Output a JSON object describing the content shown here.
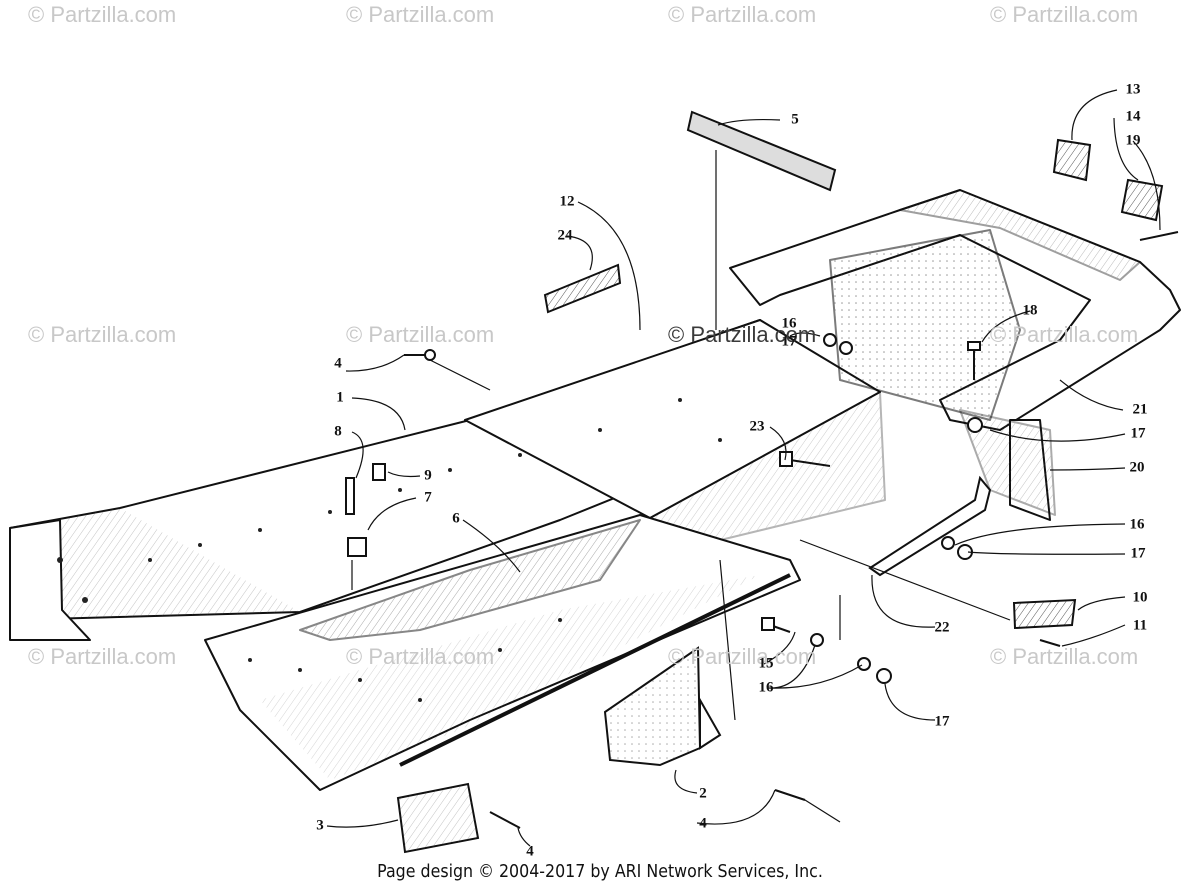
{
  "watermarks": {
    "text": "© Partzilla.com",
    "center_text": "© Partzilla.com"
  },
  "callouts": {
    "c1": "1",
    "c2": "2",
    "c3": "3",
    "c4a": "4",
    "c4b": "4",
    "c4c": "4",
    "c5": "5",
    "c6": "6",
    "c7": "7",
    "c8": "8",
    "c9": "9",
    "c10": "10",
    "c11": "11",
    "c12": "12",
    "c13": "13",
    "c14": "14",
    "c15": "15",
    "c16a": "16",
    "c16b": "16",
    "c16c": "16",
    "c17a": "17",
    "c17b": "17",
    "c17c": "17",
    "c17d": "17",
    "c18": "18",
    "c19": "19",
    "c20": "20",
    "c21": "21",
    "c22": "22",
    "c23": "23",
    "c24": "24"
  },
  "footer": "Page design © 2004-2017 by ARI Network Services, Inc.",
  "colors": {
    "ink": "#111111",
    "watermark": "#c8c8c8",
    "paper": "#ffffff"
  }
}
